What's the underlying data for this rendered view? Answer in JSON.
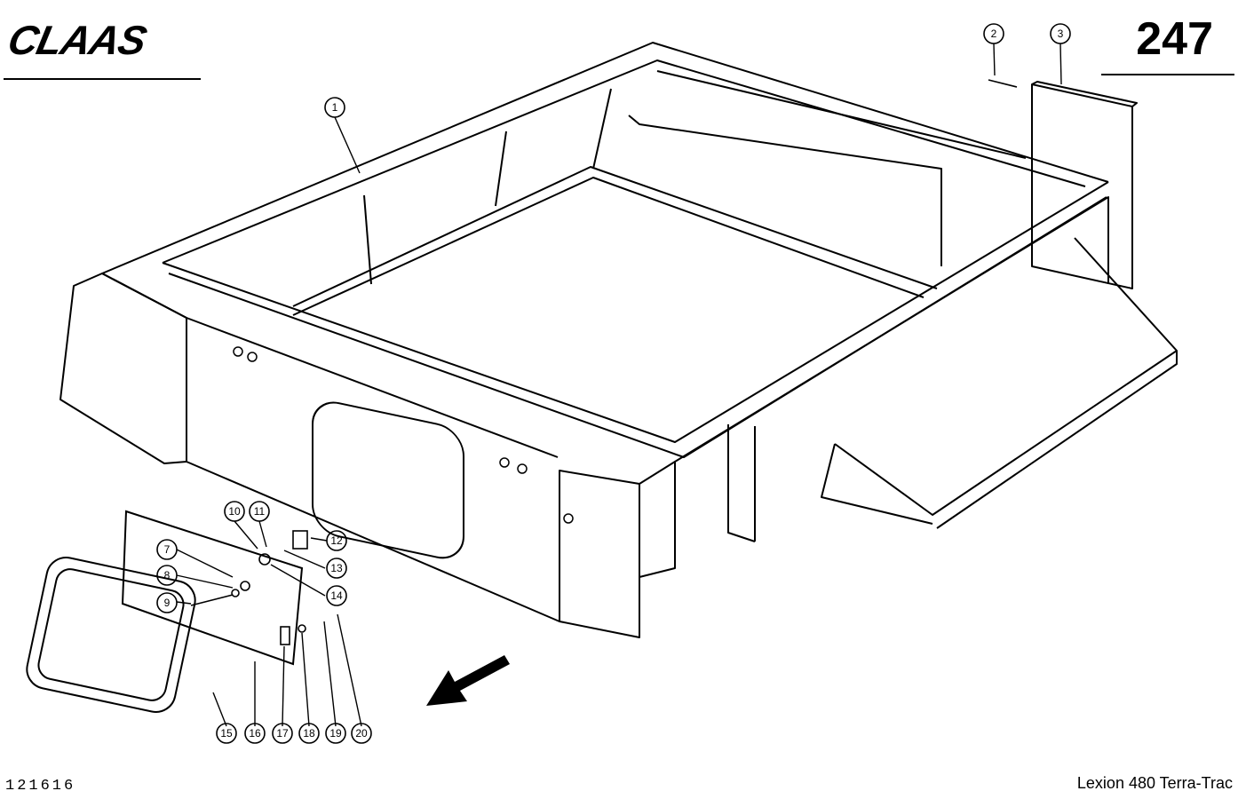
{
  "header": {
    "brand": "CLAAS",
    "page_number": "247"
  },
  "footer": {
    "drawing_number": "121616",
    "model": "Lexion 480 Terra-Trac"
  },
  "callouts": [
    "1",
    "2",
    "3",
    "7",
    "8",
    "9",
    "10",
    "11",
    "12",
    "13",
    "14",
    "15",
    "16",
    "17",
    "18",
    "19",
    "20"
  ]
}
